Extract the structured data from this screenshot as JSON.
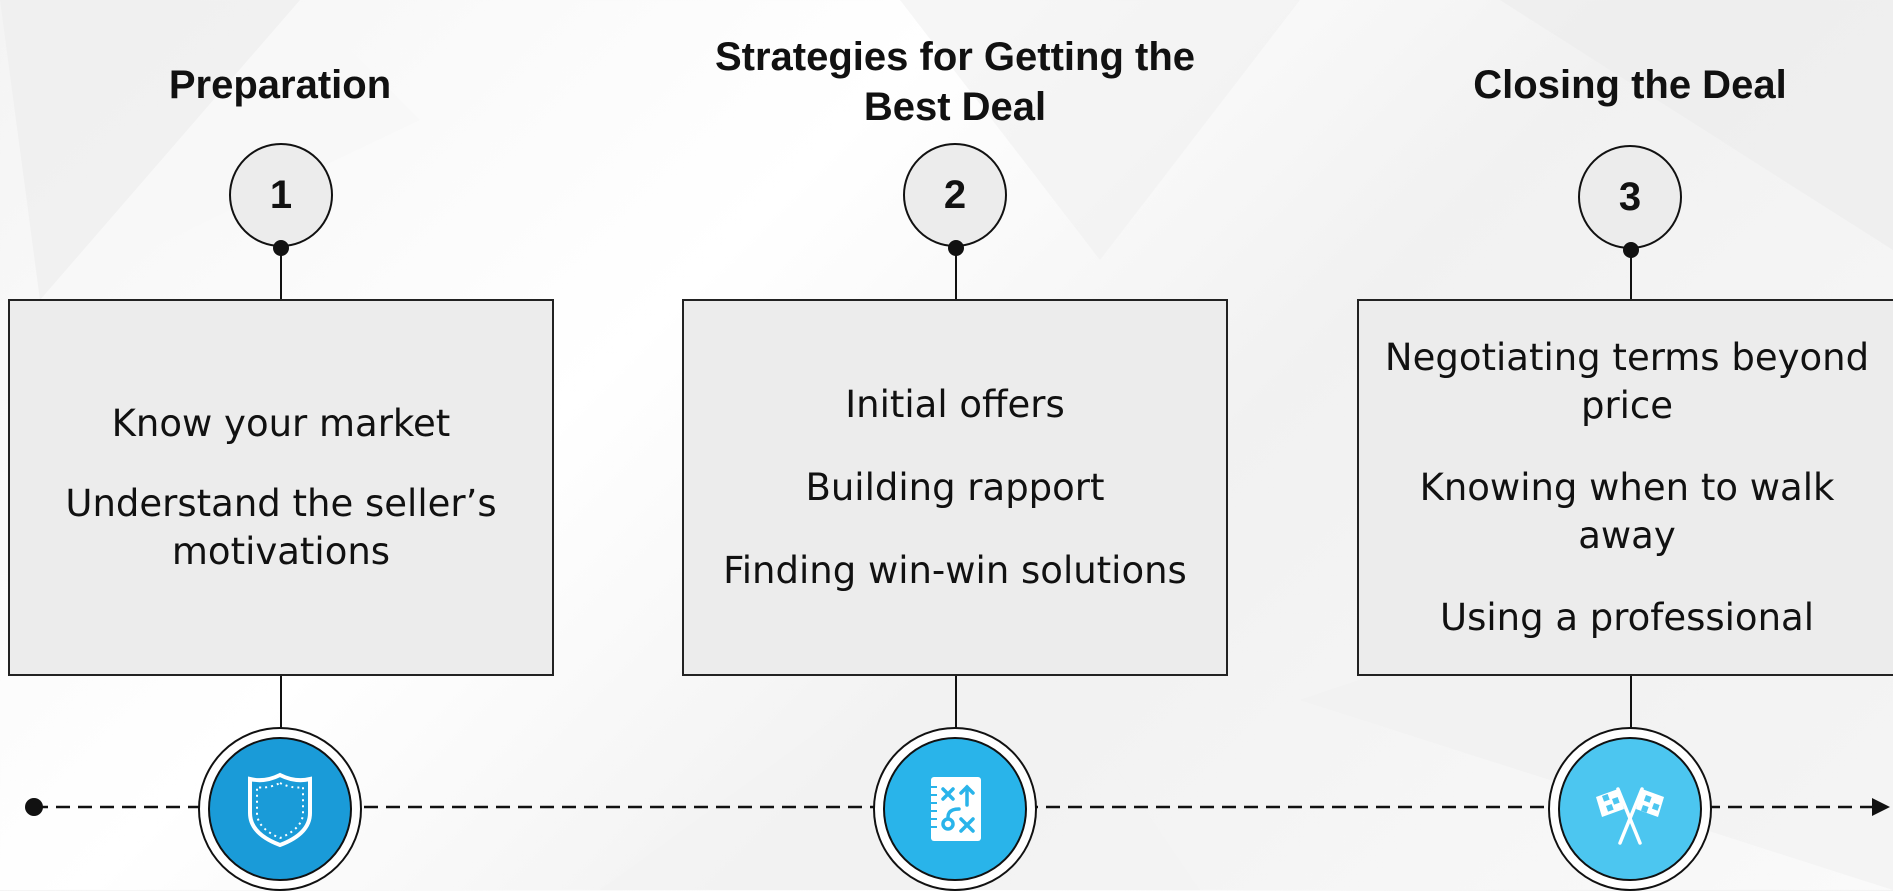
{
  "steps": [
    {
      "number": "1",
      "heading": "Preparation",
      "items": [
        "Know your market",
        "Understand the seller’s motivations"
      ],
      "icon": "shield-icon",
      "color": "#1a9bd8"
    },
    {
      "number": "2",
      "heading": "Strategies for Getting the Best Deal",
      "items": [
        "Initial offers",
        "Building rapport",
        "Finding win-win solutions"
      ],
      "icon": "strategy-board-icon",
      "color": "#29b4ea"
    },
    {
      "number": "3",
      "heading": "Closing the Deal",
      "items": [
        "Negotiating terms beyond price",
        "Knowing when to walk away",
        "Using a professional"
      ],
      "icon": "checkered-flags-icon",
      "color": "#4cc6f0"
    }
  ]
}
